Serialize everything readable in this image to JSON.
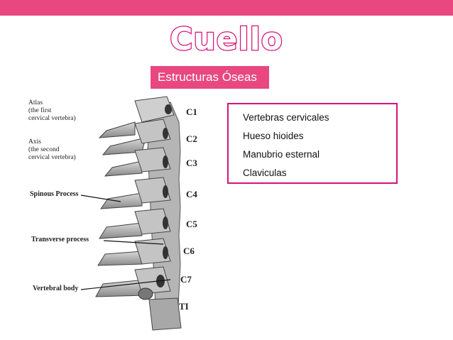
{
  "slide": {
    "title": "Cuello",
    "subtitle": "Estructuras Óseas",
    "accent_color": "#e8487f",
    "title_outline_color": "#d4147a"
  },
  "bones_list": {
    "items": [
      "Vertebras cervicales",
      "Hueso hioides",
      "Manubrio esternal",
      "Claviculas"
    ]
  },
  "figure": {
    "atlas_label": [
      "Atlas",
      "(the first",
      "cervical vertebra)"
    ],
    "axis_label": [
      "Axis",
      "(the second",
      "cervical vertebra)"
    ],
    "spinous_label": "Spinous Process",
    "transverse_label": "Transverse process",
    "body_label": "Vertebral body",
    "levels": [
      "C1",
      "C2",
      "C3",
      "C4",
      "C5",
      "C6",
      "C7",
      "TI"
    ]
  }
}
